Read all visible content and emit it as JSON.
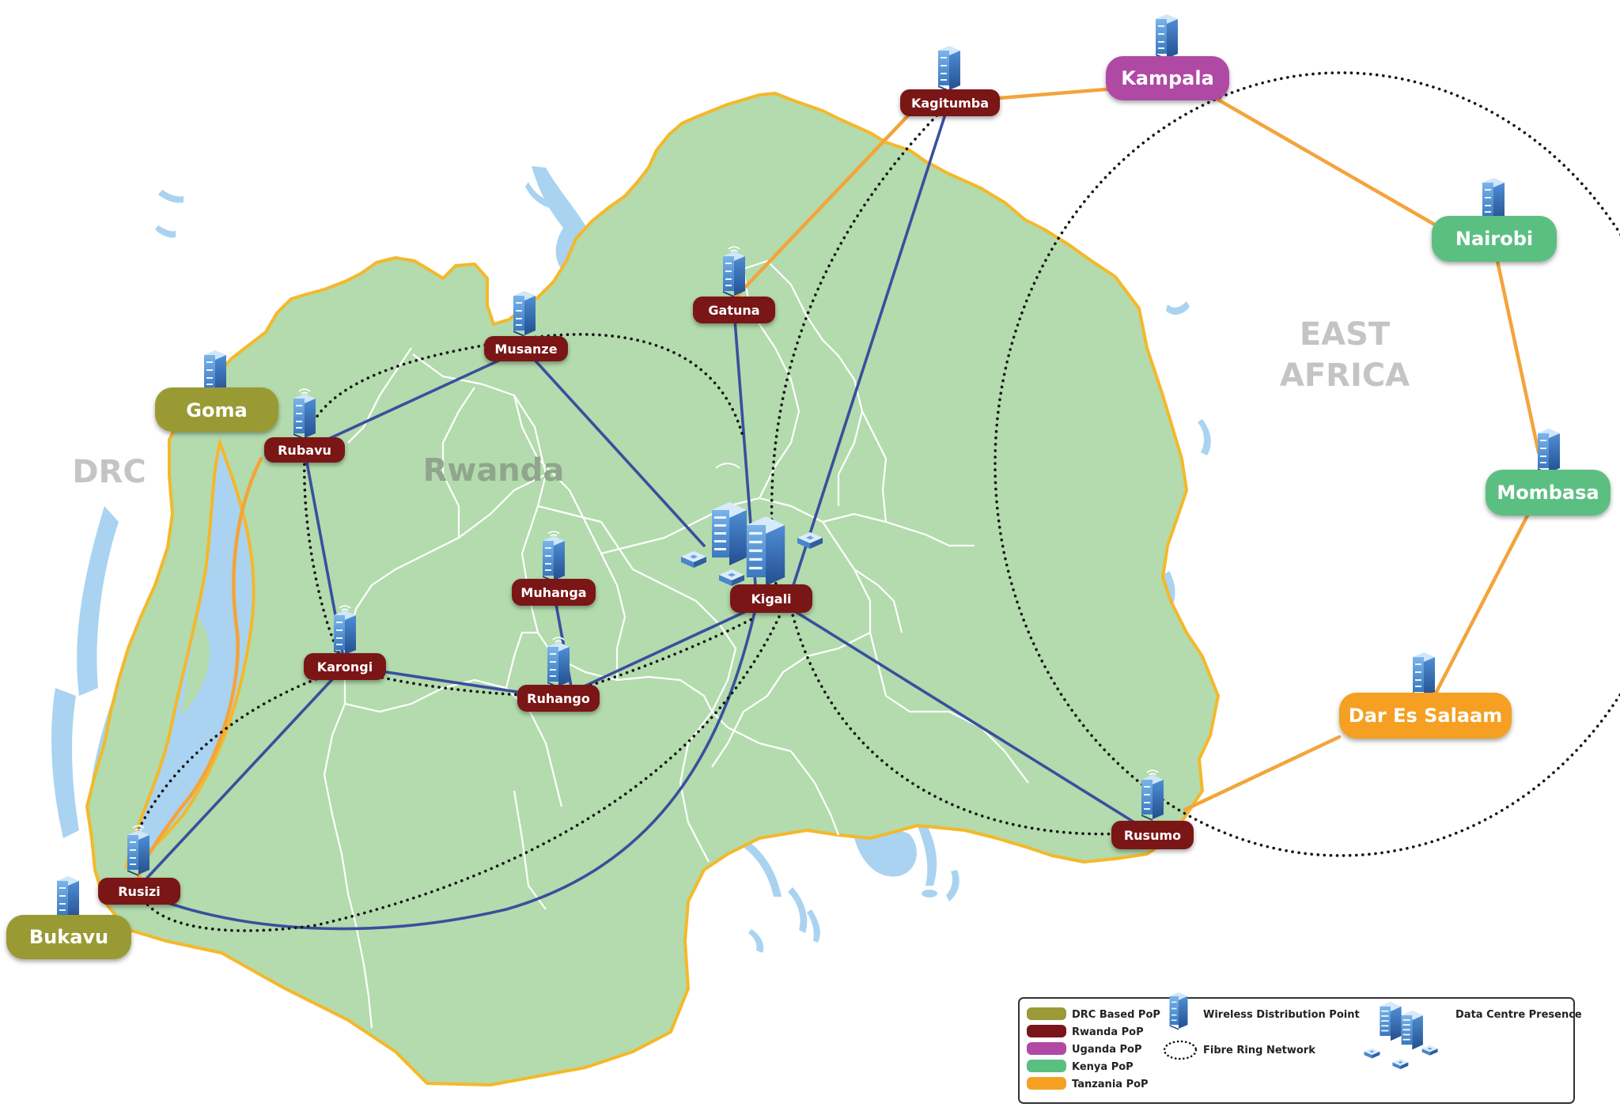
{
  "regions": {
    "drc": "DRC",
    "rwanda": "Rwanda",
    "east_africa_line1": "EAST",
    "east_africa_line2": "AFRICA"
  },
  "colors": {
    "drc_pop": "#9a9a36",
    "rwanda_pop": "#7a1519",
    "uganda_pop": "#b04aa4",
    "kenya_pop": "#5cbf82",
    "tanzania_pop": "#f5a023",
    "land": "#b3dbad",
    "border": "#f4b82a",
    "water": "#a9d3f0",
    "backbone": "#3a4f9e",
    "international_link": "#f3a43b"
  },
  "pops": {
    "goma": "Goma",
    "bukavu": "Bukavu",
    "rubavu": "Rubavu",
    "musanze": "Musanze",
    "gatuna": "Gatuna",
    "kagitumba": "Kagitumba",
    "kigali": "Kigali",
    "muhanga": "Muhanga",
    "ruhango": "Ruhango",
    "karongi": "Karongi",
    "rusizi": "Rusizi",
    "rusumo": "Rusumo",
    "kampala": "Kampala",
    "nairobi": "Nairobi",
    "mombasa": "Mombasa",
    "dar_es_salaam": "Dar Es Salaam"
  },
  "legend": {
    "drc_pop": "DRC Based PoP",
    "rwanda_pop": "Rwanda PoP",
    "uganda_pop": "Uganda PoP",
    "kenya_pop": "Kenya PoP",
    "tanzania_pop": "Tanzania PoP",
    "wireless": "Wireless Distribution Point",
    "fibre": "Fibre Ring Network",
    "datacentre": "Data Centre Presence"
  }
}
